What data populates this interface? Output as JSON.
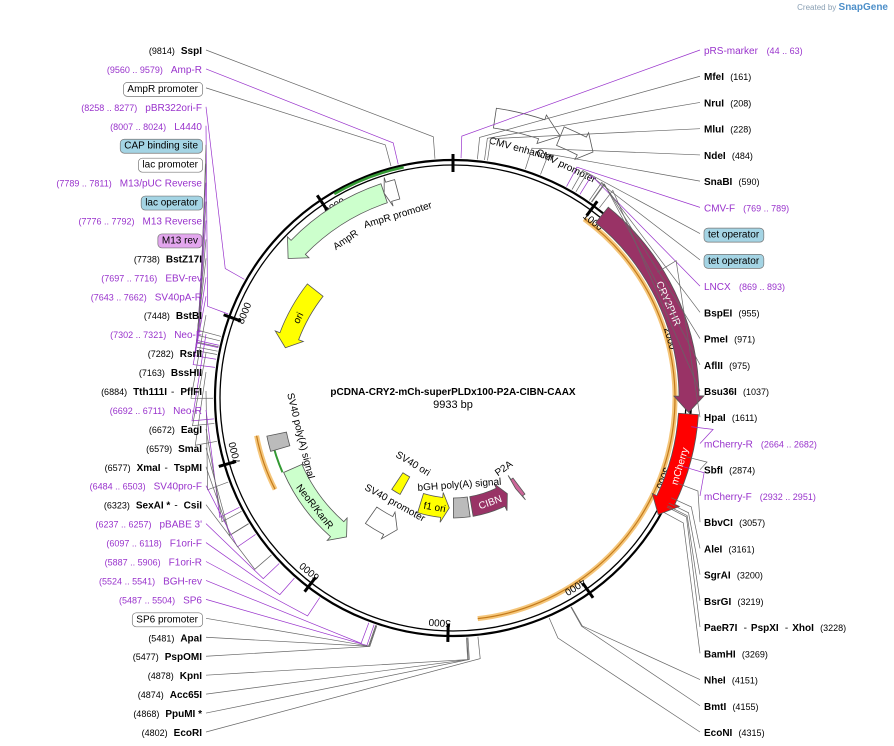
{
  "branding": {
    "created_by": "Created by",
    "app": "SnapGene"
  },
  "plasmid": {
    "name": "pCDNA-CRY2-mCh-superPLDx100-P2A-CIBN-CAAX",
    "length_label": "9933 bp",
    "length": 9933
  },
  "ring_ticks": [
    {
      "label": "1000",
      "pos": 1000
    },
    {
      "label": "2000",
      "pos": 2000
    },
    {
      "label": "3000",
      "pos": 3000
    },
    {
      "label": "4000",
      "pos": 4000
    },
    {
      "label": "5000",
      "pos": 5000
    },
    {
      "label": "6000",
      "pos": 6000
    },
    {
      "label": "7000",
      "pos": 7000
    },
    {
      "label": "8000",
      "pos": 8000
    },
    {
      "label": "9000",
      "pos": 9000
    }
  ],
  "features": [
    {
      "name": "CMV enhancer",
      "start": 235,
      "end": 614,
      "color": "#ffffff",
      "dir": 1,
      "r": 283
    },
    {
      "name": "CMV promoter",
      "start": 615,
      "end": 818,
      "color": "#ffffff",
      "dir": 1,
      "r": 283
    },
    {
      "name": "CRY2PHR",
      "start": 1080,
      "end": 2580,
      "color": "#993366",
      "dir": 1,
      "r": 236
    },
    {
      "name": "mCherry",
      "start": 2590,
      "end": 3300,
      "color": "#ff0000",
      "dir": 1,
      "r": 236
    },
    {
      "name": "CIBN",
      "start": 4150,
      "end": 4700,
      "color": "#993366",
      "dir": -1,
      "r": 110
    },
    {
      "name": "P2A",
      "start": 3950,
      "end": 4010,
      "color": "#cc6699",
      "dir": 1,
      "r": 110
    },
    {
      "name": "bGH poly(A) signal",
      "start": 4740,
      "end": 4960,
      "color": "#bbbbbb",
      "dir": 0,
      "r": 110
    },
    {
      "name": "f1 ori",
      "start": 5020,
      "end": 5440,
      "color": "#ffff00",
      "dir": -1,
      "r": 110
    },
    {
      "name": "SV40 promoter",
      "start": 5600,
      "end": 5930,
      "color": "#ffffff",
      "dir": -1,
      "r": 143
    },
    {
      "name": "NeoR/KanR",
      "start": 6000,
      "end": 6795,
      "color": "#ccffcc",
      "dir": -1,
      "r": 175
    },
    {
      "name": "SV40 poly(A) signal",
      "start": 7000,
      "end": 7130,
      "color": "#bbbbbb",
      "dir": 0,
      "r": 180
    },
    {
      "name": "ori",
      "start": 7910,
      "end": 8500,
      "color": "#ffff00",
      "dir": -1,
      "r": 175
    },
    {
      "name": "AmpR",
      "start": 8560,
      "end": 9420,
      "color": "#ccffcc",
      "dir": -1,
      "r": 216
    },
    {
      "name": "AmpR promoter",
      "start": 9420,
      "end": 9520,
      "color": "#ffffff",
      "dir": -1,
      "r": 216
    },
    {
      "name": "SV40 ori",
      "start": 5760,
      "end": 5900,
      "color": "#ffff00",
      "dir": 0,
      "r": 100
    }
  ],
  "labels": [
    {
      "name": "AmpR promoter",
      "pos": 9520,
      "box": "white"
    },
    {
      "name": "SspI",
      "pos": 9814,
      "pos_label": "(9814)",
      "kind": "enzyme"
    },
    {
      "name": "Amp-R",
      "pos": 9569,
      "pos_label": "(9560 .. 9579)",
      "kind": "primer"
    },
    {
      "name": "pRS-marker",
      "pos": 53,
      "pos_label": "(44 .. 63)",
      "kind": "primer"
    },
    {
      "name": "MfeI",
      "pos": 161,
      "pos_label": "(161)",
      "kind": "enzyme"
    },
    {
      "name": "NruI",
      "pos": 208,
      "pos_label": "(208)",
      "kind": "enzyme"
    },
    {
      "name": "MluI",
      "pos": 228,
      "pos_label": "(228)",
      "kind": "enzyme"
    },
    {
      "name": "NdeI",
      "pos": 484,
      "pos_label": "(484)",
      "kind": "enzyme"
    },
    {
      "name": "SnaBI",
      "pos": 590,
      "pos_label": "(590)",
      "kind": "enzyme"
    },
    {
      "name": "CMV-F",
      "pos": 779,
      "pos_label": "(769 .. 789)",
      "kind": "primer"
    },
    {
      "name": "tet operator",
      "pos": 820,
      "box": "blue"
    },
    {
      "name": "tet operator",
      "pos": 850,
      "box": "blue"
    },
    {
      "name": "LNCX",
      "pos": 881,
      "pos_label": "(869 .. 893)",
      "kind": "primer"
    },
    {
      "name": "BspEI",
      "pos": 955,
      "pos_label": "(955)",
      "kind": "enzyme"
    },
    {
      "name": "PmeI",
      "pos": 971,
      "pos_label": "(971)",
      "kind": "enzyme"
    },
    {
      "name": "AflII",
      "pos": 975,
      "pos_label": "(975)",
      "kind": "enzyme"
    },
    {
      "name": "Bsu36I",
      "pos": 1037,
      "pos_label": "(1037)",
      "kind": "enzyme"
    },
    {
      "name": "HpaI",
      "pos": 1611,
      "pos_label": "(1611)",
      "kind": "enzyme"
    },
    {
      "name": "mCherry-R",
      "pos": 2673,
      "pos_label": "(2664 .. 2682)",
      "kind": "primer"
    },
    {
      "name": "SbfI",
      "pos": 2874,
      "pos_label": "(2874)",
      "kind": "enzyme"
    },
    {
      "name": "mCherry-F",
      "pos": 2941,
      "pos_label": "(2932 .. 2951)",
      "kind": "primer"
    },
    {
      "name": "BbvCI",
      "pos": 3057,
      "pos_label": "(3057)",
      "kind": "enzyme"
    },
    {
      "name": "AleI",
      "pos": 3161,
      "pos_label": "(3161)",
      "kind": "enzyme"
    },
    {
      "name": "SgrAI",
      "pos": 3200,
      "pos_label": "(3200)",
      "kind": "enzyme"
    },
    {
      "name": "BsrGI",
      "pos": 3219,
      "pos_label": "(3219)",
      "kind": "enzyme"
    },
    {
      "name": "PaeR7I",
      "name2": "PspXI",
      "name3": "XhoI",
      "pos": 3228,
      "pos_label": "(3228)",
      "kind": "enzyme"
    },
    {
      "name": "BamHI",
      "pos": 3269,
      "pos_label": "(3269)",
      "kind": "enzyme"
    },
    {
      "name": "NheI",
      "pos": 4151,
      "pos_label": "(4151)",
      "kind": "enzyme"
    },
    {
      "name": "BmtI",
      "pos": 4155,
      "pos_label": "(4155)",
      "kind": "enzyme"
    },
    {
      "name": "EcoNI",
      "pos": 4315,
      "pos_label": "(4315)",
      "kind": "enzyme"
    },
    {
      "name": "EcoRI",
      "pos": 4802,
      "pos_label": "(4802)",
      "kind": "enzyme"
    },
    {
      "name": "PpuMI *",
      "pos": 4868,
      "pos_label": "(4868)",
      "kind": "enzyme"
    },
    {
      "name": "Acc65I",
      "pos": 4874,
      "pos_label": "(4874)",
      "kind": "enzyme"
    },
    {
      "name": "KpnI",
      "pos": 4878,
      "pos_label": "(4878)",
      "kind": "enzyme"
    },
    {
      "name": "PspOMI",
      "pos": 5477,
      "pos_label": "(5477)",
      "kind": "enzyme"
    },
    {
      "name": "ApaI",
      "pos": 5481,
      "pos_label": "(5481)",
      "kind": "enzyme"
    },
    {
      "name": "SP6 promoter",
      "pos": 5485,
      "box": "white"
    },
    {
      "name": "SP6",
      "pos": 5496,
      "pos_label": "(5487 .. 5504)",
      "kind": "primer"
    },
    {
      "name": "BGH-rev",
      "pos": 5533,
      "pos_label": "(5524 .. 5541)",
      "kind": "primer"
    },
    {
      "name": "F1ori-R",
      "pos": 5897,
      "pos_label": "(5887 .. 5906)",
      "kind": "primer"
    },
    {
      "name": "F1ori-F",
      "pos": 6108,
      "pos_label": "(6097 .. 6118)",
      "kind": "primer"
    },
    {
      "name": "pBABE 3'",
      "pos": 6247,
      "pos_label": "(6237 .. 6257)",
      "kind": "primer"
    },
    {
      "name": "CsiI",
      "name2": "SexAI *",
      "pos": 6323,
      "pos_label": "(6323)",
      "kind": "enzyme"
    },
    {
      "name": "SV40pro-F",
      "pos": 6494,
      "pos_label": "(6484 .. 6503)",
      "kind": "primer"
    },
    {
      "name": "TspMI",
      "name2": "XmaI",
      "pos": 6577,
      "pos_label": "(6577)",
      "kind": "enzyme"
    },
    {
      "name": "SmaI",
      "pos": 6579,
      "pos_label": "(6579)",
      "kind": "enzyme"
    },
    {
      "name": "EagI",
      "pos": 6672,
      "pos_label": "(6672)",
      "kind": "enzyme"
    },
    {
      "name": "Neo-R",
      "pos": 6702,
      "pos_label": "(6692 .. 6711)",
      "kind": "primer"
    },
    {
      "name": "PflFI",
      "name2": "Tth111I",
      "pos": 6884,
      "pos_label": "(6884)",
      "kind": "enzyme"
    },
    {
      "name": "BssHII",
      "pos": 7163,
      "pos_label": "(7163)",
      "kind": "enzyme"
    },
    {
      "name": "RsrII",
      "pos": 7282,
      "pos_label": "(7282)",
      "kind": "enzyme"
    },
    {
      "name": "Neo-F",
      "pos": 7312,
      "pos_label": "(7302 .. 7321)",
      "kind": "primer"
    },
    {
      "name": "BstBI",
      "pos": 7448,
      "pos_label": "(7448)",
      "kind": "enzyme"
    },
    {
      "name": "SV40pA-R",
      "pos": 7652,
      "pos_label": "(7643 .. 7662)",
      "kind": "primer"
    },
    {
      "name": "EBV-rev",
      "pos": 7706,
      "pos_label": "(7697 .. 7716)",
      "kind": "primer"
    },
    {
      "name": "BstZ17I",
      "pos": 7738,
      "pos_label": "(7738)",
      "kind": "enzyme"
    },
    {
      "name": "M13 rev",
      "pos": 7760,
      "box": "pink"
    },
    {
      "name": "M13 Reverse",
      "pos": 7784,
      "pos_label": "(7776 .. 7792)",
      "kind": "primer"
    },
    {
      "name": "lac operator",
      "pos": 7790,
      "box": "blue"
    },
    {
      "name": "M13/pUC Reverse",
      "pos": 7800,
      "pos_label": "(7789 .. 7811)",
      "kind": "primer"
    },
    {
      "name": "lac promoter",
      "pos": 7830,
      "box": "white"
    },
    {
      "name": "CAP binding site",
      "pos": 7860,
      "box": "blue"
    },
    {
      "name": "L4440",
      "pos": 8015,
      "pos_label": "(8007 .. 8024)",
      "kind": "primer"
    },
    {
      "name": "pBR322ori-F",
      "pos": 8267,
      "pos_label": "(8258 .. 8277)",
      "kind": "primer"
    }
  ],
  "colors": {
    "primer": "#9933cc",
    "enzyme": "#000000",
    "backbone": "#000000",
    "orange": "#e0a050",
    "green": "#339933"
  }
}
